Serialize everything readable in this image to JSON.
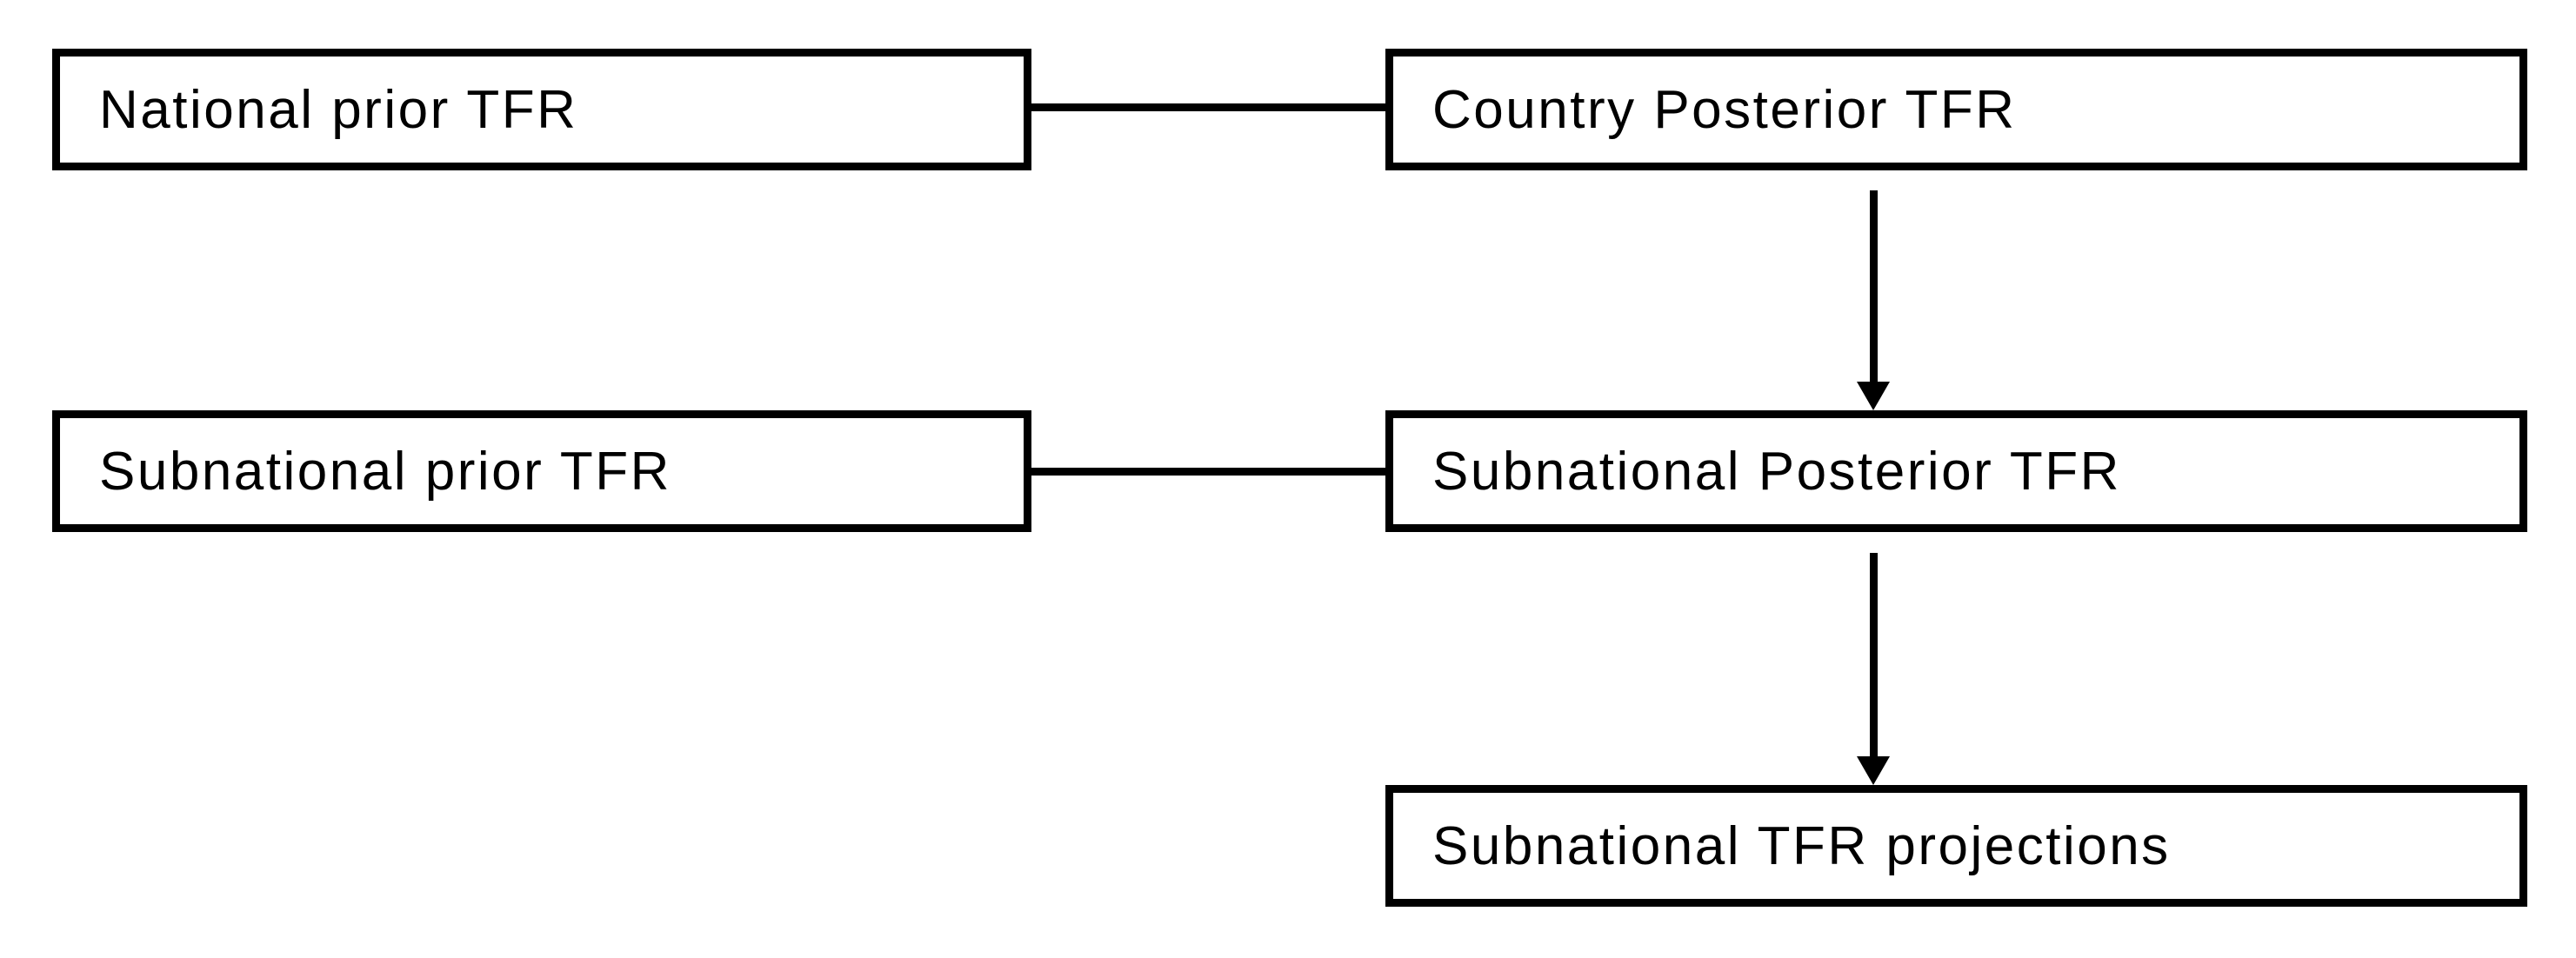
{
  "diagram": {
    "type": "flowchart",
    "colors": {
      "background": "#ffffff",
      "stroke": "#000000",
      "text": "#000000",
      "node_fill": "#ffffff"
    },
    "nodes": [
      {
        "id": "national-prior-tfr",
        "label": "National prior TFR"
      },
      {
        "id": "country-posterior-tfr",
        "label": "Country Posterior TFR"
      },
      {
        "id": "subnational-prior-tfr",
        "label": "Subnational prior TFR"
      },
      {
        "id": "subnational-posterior-tfr",
        "label": "Subnational Posterior TFR"
      },
      {
        "id": "subnational-tfr-projections",
        "label": "Subnational TFR projections"
      }
    ],
    "edges": [
      {
        "from": "national-prior-tfr",
        "to": "country-posterior-tfr",
        "style": "plain-line",
        "direction": "horizontal"
      },
      {
        "from": "country-posterior-tfr",
        "to": "subnational-posterior-tfr",
        "style": "arrow",
        "direction": "vertical"
      },
      {
        "from": "subnational-prior-tfr",
        "to": "subnational-posterior-tfr",
        "style": "plain-line",
        "direction": "horizontal"
      },
      {
        "from": "subnational-posterior-tfr",
        "to": "subnational-tfr-projections",
        "style": "arrow",
        "direction": "vertical"
      }
    ]
  }
}
